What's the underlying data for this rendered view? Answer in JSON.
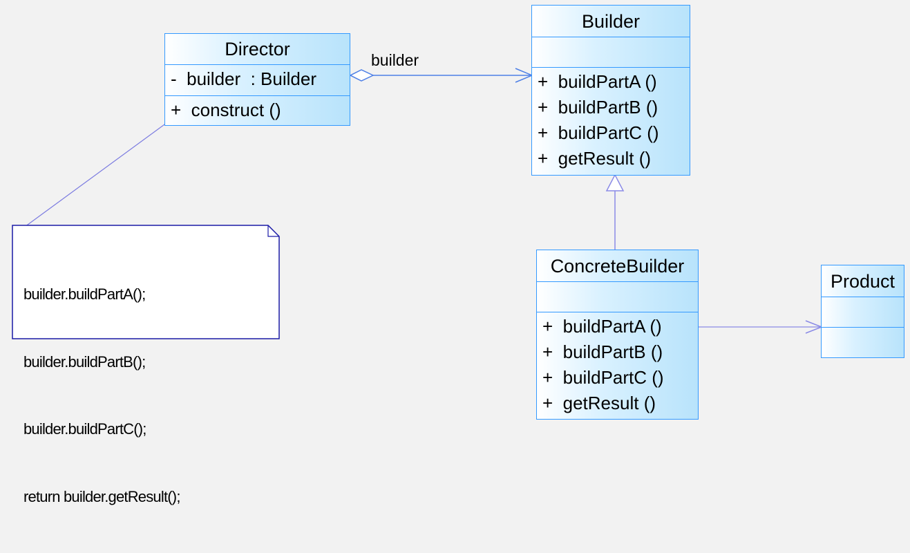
{
  "classes": {
    "director": {
      "name": "Director",
      "attributes": [
        "-  builder  : Builder"
      ],
      "operations": [
        "+  construct ()"
      ]
    },
    "builder": {
      "name": "Builder",
      "attributes": [],
      "operations": [
        "+  buildPartA ()",
        "+  buildPartB ()",
        "+  buildPartC ()",
        "+  getResult ()"
      ]
    },
    "concrete_builder": {
      "name": "ConcreteBuilder",
      "attributes": [],
      "operations": [
        "+  buildPartA ()",
        "+  buildPartB ()",
        "+  buildPartC ()",
        "+  getResult ()"
      ]
    },
    "product": {
      "name": "Product",
      "attributes": [],
      "operations": []
    }
  },
  "note": {
    "lines": [
      "builder.buildPartA();",
      "builder.buildPartB();",
      "builder.buildPartC();",
      "return builder.getResult();"
    ]
  },
  "association": {
    "label": "builder"
  },
  "colors": {
    "class_border": "#3399ff",
    "connector": "#6b6bd9",
    "note_border": "#1a1aa6",
    "background": "#f2f2f2"
  }
}
